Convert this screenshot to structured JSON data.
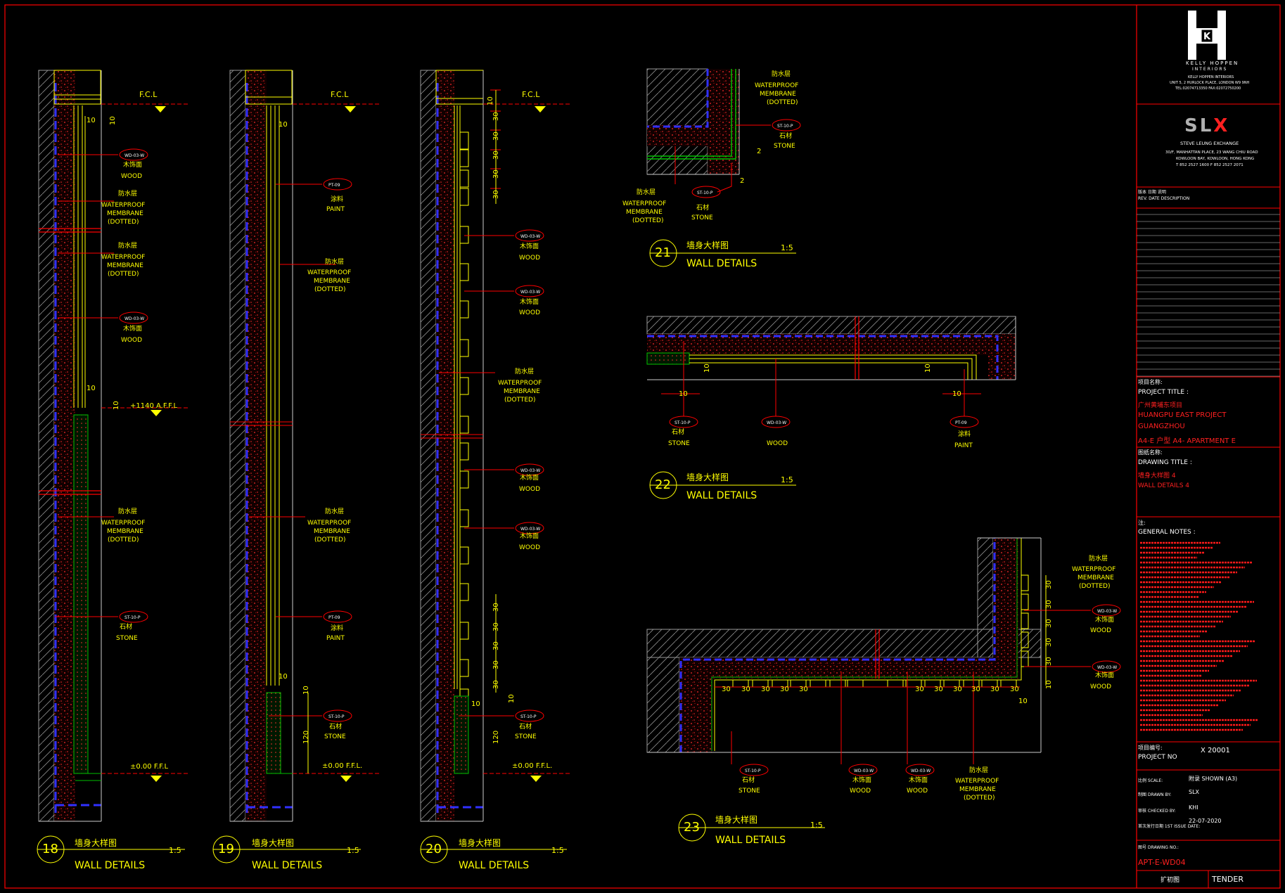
{
  "colors": {
    "background": "#000000",
    "frame": "#ff0000",
    "dimension": "#ffff00",
    "leader": "#ff0000",
    "membrane": "#3030ff",
    "stone": "#00c000",
    "hatch": "#9a9a9a"
  },
  "common": {
    "fcl": "F.C.L",
    "ffl": "±0.00 F.F.L",
    "ffl_alt": "±0.00 F.F.L.",
    "affl": "+1140 A.F.F.L",
    "wp_cn": "防水层",
    "wp1": "WATERPROOF",
    "wp2": "MEMBRANE",
    "wp3": "(DOTTED)",
    "wood": "WOOD",
    "wood_cn": "木饰面",
    "wood_tag": "WD-03-W",
    "stone": "STONE",
    "stone_cn": "石材",
    "stone_tag": "ST-10-P",
    "paint": "PAINT",
    "paint_cn": "涂料",
    "paint_tag": "PT-09",
    "d10": "10",
    "d2": "2",
    "d30": "30",
    "d120": "120",
    "title_cn": "墙身大样图",
    "title_en": "WALL DETAILS",
    "scale": "1:5"
  },
  "details": [
    {
      "id": "18"
    },
    {
      "id": "19"
    },
    {
      "id": "20"
    },
    {
      "id": "21"
    },
    {
      "id": "22"
    },
    {
      "id": "23"
    }
  ],
  "title_block": {
    "logo_letter": "K",
    "designer_name": "KELLY HOPPEN",
    "designer_sub": "INTERIORS",
    "designer_addr1": "KELLY HOPPEN INTERIORS",
    "designer_addr2": "UNIT 5, 2 HURLOCK PLACE, LONDON W9 9NH",
    "designer_addr3": "TEL:02074713350    FAX:02072750200",
    "slx_logo": "SL",
    "slx_x": "X",
    "slx_name": "STEVE LEUNG EXCHANGE",
    "slx_addr1": "30/F, MANHATTAN PLACE, 23 WANG CHIU ROAD",
    "slx_addr2": "KOWLOON BAY, KOWLOON, HONG KONG",
    "slx_addr3": "T 852 2527 1600  F 852 2527 2071",
    "rev_cn": "版本   日期                    说明",
    "rev_en": "REV.   DATE                    DESCRIPTION",
    "project_title_cn": "项目名称:",
    "project_title_en": "PROJECT TITLE :",
    "project_l1": "广州黄埔东项目",
    "project_l2": "HUANGPU EAST PROJECT",
    "project_l3": "GUANGZHOU",
    "project_l4": "A4-E 户型   A4- APARTMENT E",
    "drawing_title_cn": "图纸名称:",
    "drawing_title_en": "DRAWING TITLE :",
    "drawing_l1": "墙身大样图 4",
    "drawing_l2": "WALL DETAILS 4",
    "notes_cn": "注:",
    "notes_en": "GENERAL NOTES :",
    "project_no_cn": "项目编号:",
    "project_no_en": "PROJECT NO",
    "project_no": "X 20001",
    "scale_label": "比例 SCALE:",
    "scale_value": "附录 SHOWN (A3)",
    "drawn_label": "制图 DRAWN BY:",
    "drawn_value": "SLX",
    "checked_label": "审核 CHECKED BY:",
    "checked_value": "KHI",
    "issue_label": "首次发行日期 1ST ISSUE DATE:",
    "issue_value": "22-07-2020",
    "drawing_no_label": "图号 DRAWING NO.:",
    "drawing_no": "APT-E-WD04",
    "stage_cn": "扩初图",
    "stage_en": "TENDER"
  }
}
